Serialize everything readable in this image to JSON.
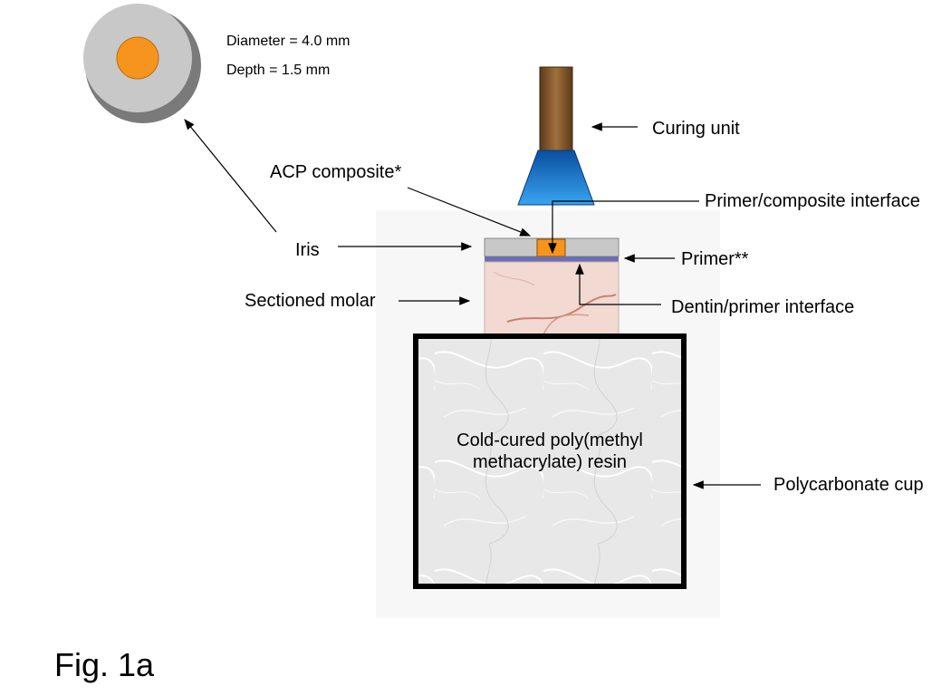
{
  "iris_detail": {
    "diameter": "Diameter = 4.0 mm",
    "depth": "Depth = 1.5 mm"
  },
  "labels": {
    "curing_unit": "Curing unit",
    "acp_composite": "ACP composite*",
    "primer_composite_interface": "Primer/composite interface",
    "iris": "Iris",
    "primer": "Primer**",
    "sectioned_molar": "Sectioned molar",
    "dentin_primer_interface": "Dentin/primer interface",
    "resin_line1": "Cold-cured poly(methyl",
    "resin_line2": "methacrylate) resin",
    "polycarbonate_cup": "Polycarbonate cup"
  },
  "figure_label": "Fig. 1a",
  "colors": {
    "composite_orange": "#f7941d",
    "curing_tip_blue": "#1a73c8",
    "curing_rod_brown": "#8b5a2b",
    "iris_gray": "#c8c8c8",
    "primer_blue": "#6a6fb0",
    "molar_pink": "#f2d9d2",
    "resin_gray": "#e6e6e6"
  }
}
